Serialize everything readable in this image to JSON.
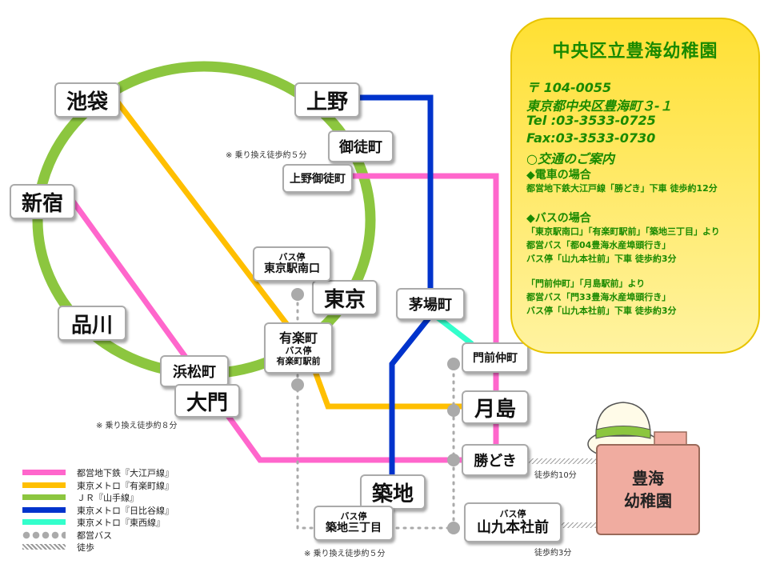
{
  "colors": {
    "oedo": "#ff66cc",
    "yurakucho": "#ffbf00",
    "yamanote": "#8cc63f",
    "hibiya": "#0033cc",
    "tozai": "#33ffcc",
    "bus": "#aaaaaa",
    "walk": "#bbbbbb"
  },
  "stations": {
    "ikebukuro": "池袋",
    "ueno": "上野",
    "okachimachi": "御徒町",
    "ueno_okachimachi": "上野御徒町",
    "shinjuku": "新宿",
    "tokyo": "東京",
    "kayabacho": "茅場町",
    "shinagawa": "品川",
    "yurakucho": "有楽町",
    "hamamatsucho": "浜松町",
    "monzen_nakacho": "門前仲町",
    "daimon": "大門",
    "tsukishima": "月島",
    "kachidoki": "勝どき",
    "tsukiji": "築地"
  },
  "bus_stops": {
    "tokyo_minami": {
      "label": "バス停",
      "name": "東京駅南口"
    },
    "yurakucho_ekimae": {
      "label": "バス停",
      "name": "有楽町駅前"
    },
    "tsukiji_3": {
      "label": "バス停",
      "name": "築地三丁目"
    },
    "yamaku": {
      "label": "バス停",
      "name": "山九本社前"
    }
  },
  "notes": {
    "transfer_5_top": "※ 乗り換え徒歩約５分",
    "transfer_8": "※ 乗り換え徒歩約８分",
    "transfer_5_bottom": "※ 乗り換え徒歩約５分",
    "walk_10": "徒歩約10分",
    "walk_3": "徒歩約3分"
  },
  "info": {
    "title": "中央区立豊海幼稚園",
    "postal": "〒 104-0055",
    "address": "東京都中央区豊海町３-１",
    "tel": "Tel :03-3533-0725",
    "fax": "Fax:03-3533-0730",
    "access_heading": "○交通のご案内",
    "train_heading": "◆電車の場合",
    "train_text": "都営地下鉄大江戸線「勝どき」下車 徒歩約12分",
    "bus_heading": "◆バスの場合",
    "bus1_line1": "「東京駅南口」「有楽町駅前」「築地三丁目」より",
    "bus1_line2": "都営バス「都04豊海水産埠頭行き」",
    "bus1_line3": "バス停「山九本社前」下車 徒歩約3分",
    "bus2_line1": "「門前仲町」「月島駅前」より",
    "bus2_line2": "都営バス「門33豊海水産埠頭行き」",
    "bus2_line3": "バス停「山九本社前」下車 徒歩約3分"
  },
  "legend": [
    {
      "color": "#ff66cc",
      "label": "都営地下鉄『大江戸線』",
      "style": "solid"
    },
    {
      "color": "#ffbf00",
      "label": "東京メトロ『有楽町線』",
      "style": "solid"
    },
    {
      "color": "#8cc63f",
      "label": "ＪＲ『山手線』",
      "style": "solid"
    },
    {
      "color": "#0033cc",
      "label": "東京メトロ『日比谷線』",
      "style": "solid"
    },
    {
      "color": "#33ffcc",
      "label": "東京メトロ『東西線』",
      "style": "solid"
    },
    {
      "color": "#aaaaaa",
      "label": "都営バス",
      "style": "dots"
    },
    {
      "color": "#bbbbbb",
      "label": "徒歩",
      "style": "hatch"
    }
  ],
  "school": {
    "line1": "豊海",
    "line2": "幼稚園"
  }
}
